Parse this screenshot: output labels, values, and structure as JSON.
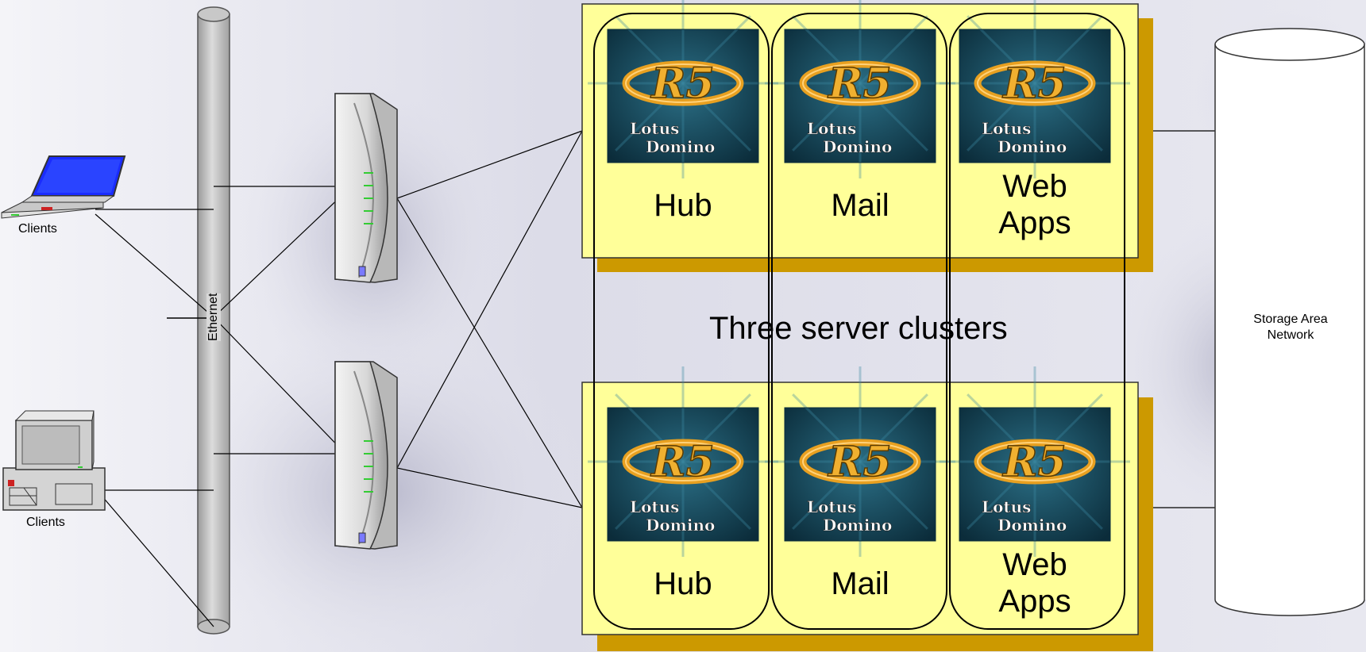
{
  "diagram": {
    "clients_top_label": "Clients",
    "clients_bottom_label": "Clients",
    "ethernet_label": "Ethernet",
    "storage_label_line1": "Storage Area",
    "storage_label_line2": "Network",
    "center_title": "Three server clusters",
    "logo_text_top": "R5",
    "logo_text_line1": "Lotus",
    "logo_text_line2": "Domino",
    "top_cluster": {
      "hub_label": "Hub",
      "mail_label": "Mail",
      "web_label_line1": "Web",
      "web_label_line2": "Apps"
    },
    "bottom_cluster": {
      "hub_label": "Hub",
      "mail_label": "Mail",
      "web_label_line1": "Web",
      "web_label_line2": "Apps"
    }
  },
  "colors": {
    "panel_fill": "#ffff99",
    "panel_shadow": "#cc9900",
    "logo_bg": "#0f3a4a",
    "logo_ring": "#e8a020",
    "laptop_screen": "#1a2cff",
    "server_led": "#33cc33"
  }
}
